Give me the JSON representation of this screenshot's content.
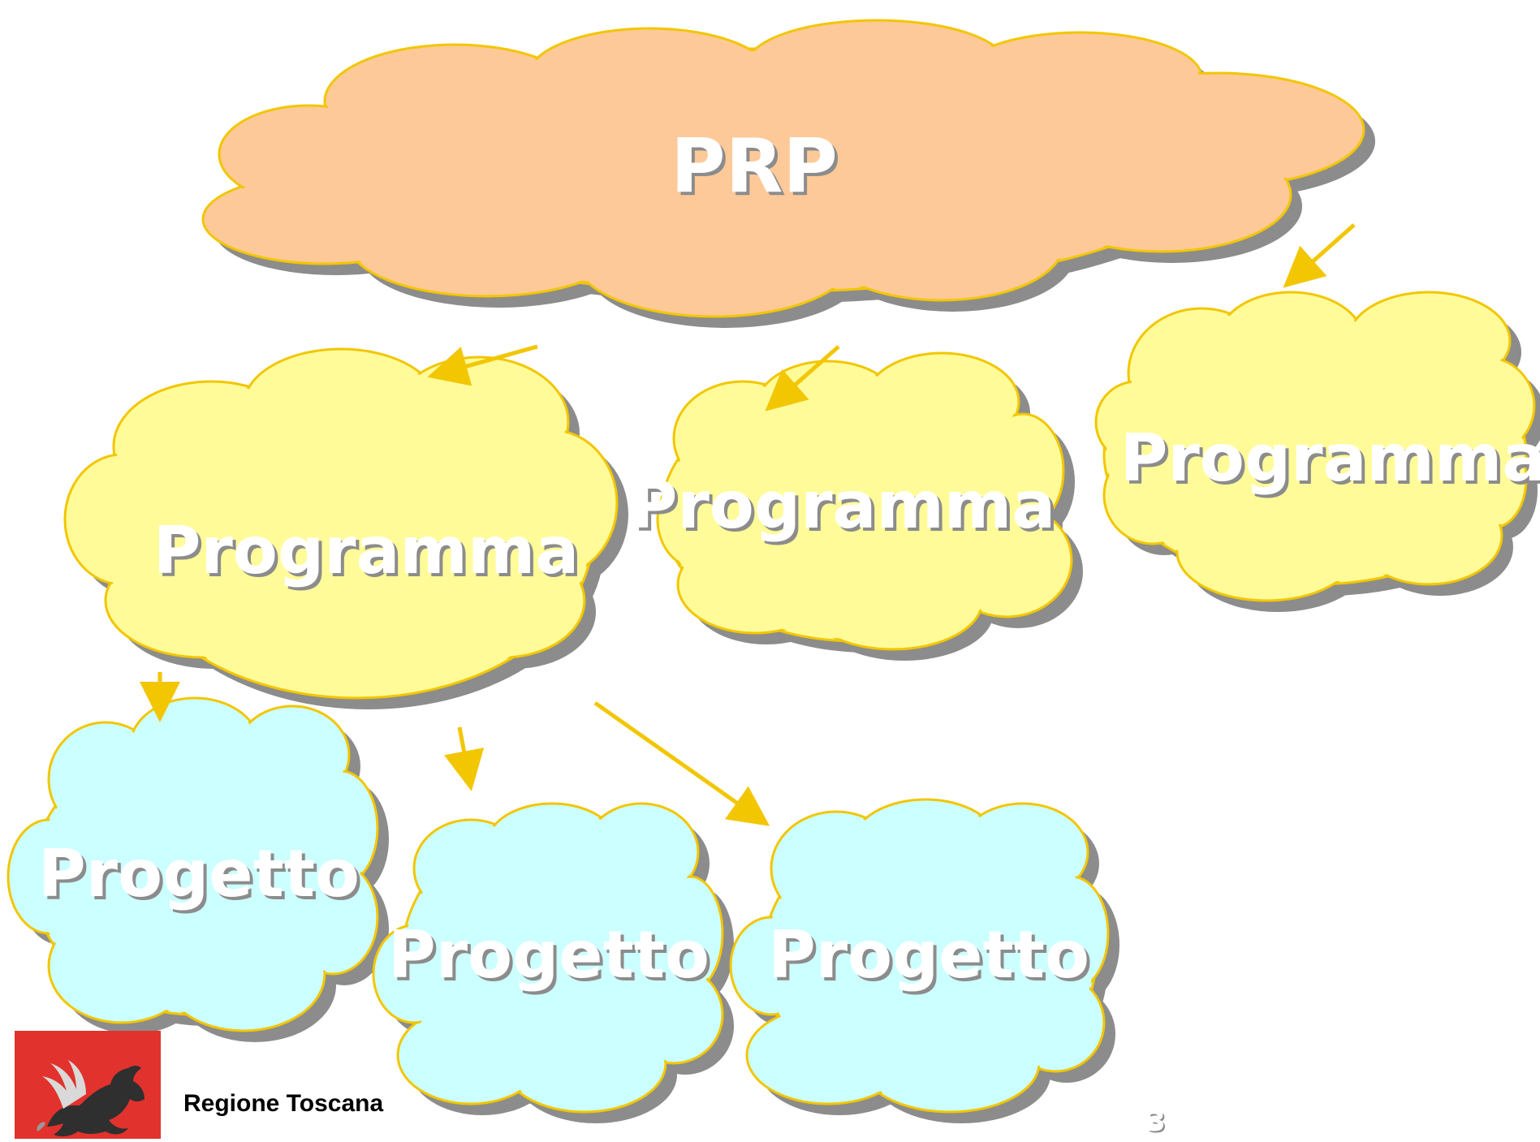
{
  "diagram": {
    "root": {
      "label": "PRP"
    },
    "programmi": [
      {
        "label": "Programma"
      },
      {
        "label": "Programma"
      },
      {
        "label": "Programma"
      }
    ],
    "progetti": [
      {
        "label": "Progetto"
      },
      {
        "label": "Progetto"
      },
      {
        "label": "Progetto"
      }
    ]
  },
  "colors": {
    "root_fill": "#fdc998",
    "programma_fill": "#fffb99",
    "progetto_fill": "#ccffff",
    "cloud_outline": "#f2c600",
    "arrow": "#f2c600",
    "shadow": "#8c8c8c",
    "logo_background": "#e1322d"
  },
  "footer": {
    "organization": "Regione Toscana",
    "page_number": "3",
    "logo_icon": "pegasus-icon"
  }
}
